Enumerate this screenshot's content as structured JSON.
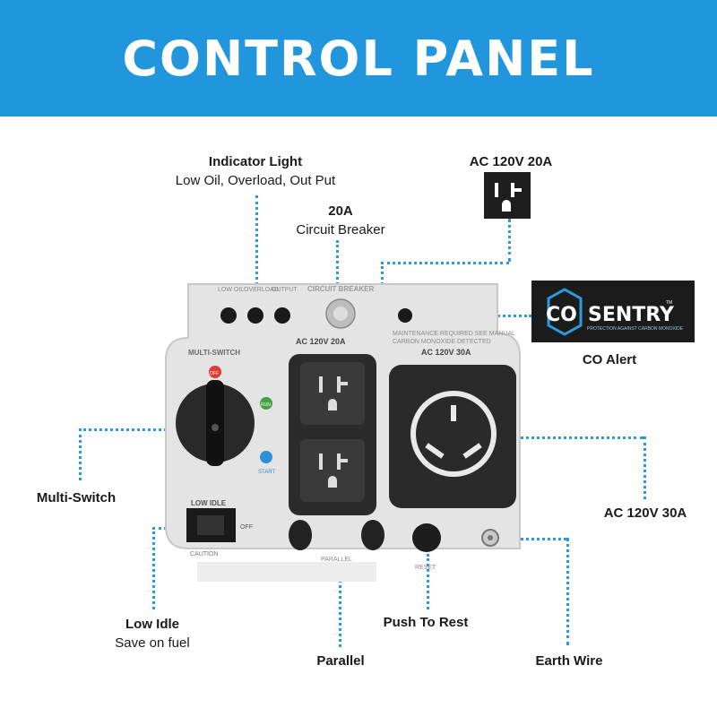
{
  "banner": {
    "title": "CONTROL PANEL",
    "color": "#2196dc"
  },
  "callouts": {
    "indicator_light": {
      "title": "Indicator Light",
      "subtitle": "Low Oil, Overload, Out Put"
    },
    "circuit_breaker": {
      "title": "20A",
      "subtitle": "Circuit Breaker"
    },
    "ac_20a": {
      "title": "AC 120V 20A"
    },
    "co_alert": {
      "title": "CO Alert"
    },
    "multi_switch": {
      "title": "Multi-Switch"
    },
    "ac_30a": {
      "title": "AC 120V 30A"
    },
    "low_idle": {
      "title": "Low Idle",
      "subtitle": "Save on fuel"
    },
    "push_to_reset": {
      "title": "Push To Rest"
    },
    "parallel": {
      "title": "Parallel"
    },
    "earth_wire": {
      "title": "Earth Wire"
    }
  },
  "co_sentry": {
    "brand_left": "CO",
    "brand_right": "SENTRY",
    "tagline": "PROTECTION AGAINST CARBON MONOXIDE"
  },
  "panel": {
    "led_labels": [
      "LOW OIL",
      "OVERLOAD",
      "OUTPUT"
    ],
    "circuit_breaker_label": "CIRCUIT BREAKER",
    "multi_switch_label": "MULTI-SWITCH",
    "off_label": "OFF",
    "run_label": "RUN",
    "start_label": "START",
    "low_idle_label": "LOW IDLE",
    "low_idle_off": "OFF",
    "ac20_label": "AC 120V 20A",
    "ac30_label": "AC 120V 30A",
    "parallel_label": "PARALLEL",
    "reset_label": "RESET",
    "caution_label": "CAUTION",
    "co_led_line1": "MAINTENANCE REQUIRED SEE MANUAL",
    "co_led_line2": "CARBON MONOXIDE DETECTED"
  },
  "icons": [
    "outlet-20a-icon",
    "outlet-30a-icon",
    "knob-icon",
    "rocker-switch-icon"
  ]
}
